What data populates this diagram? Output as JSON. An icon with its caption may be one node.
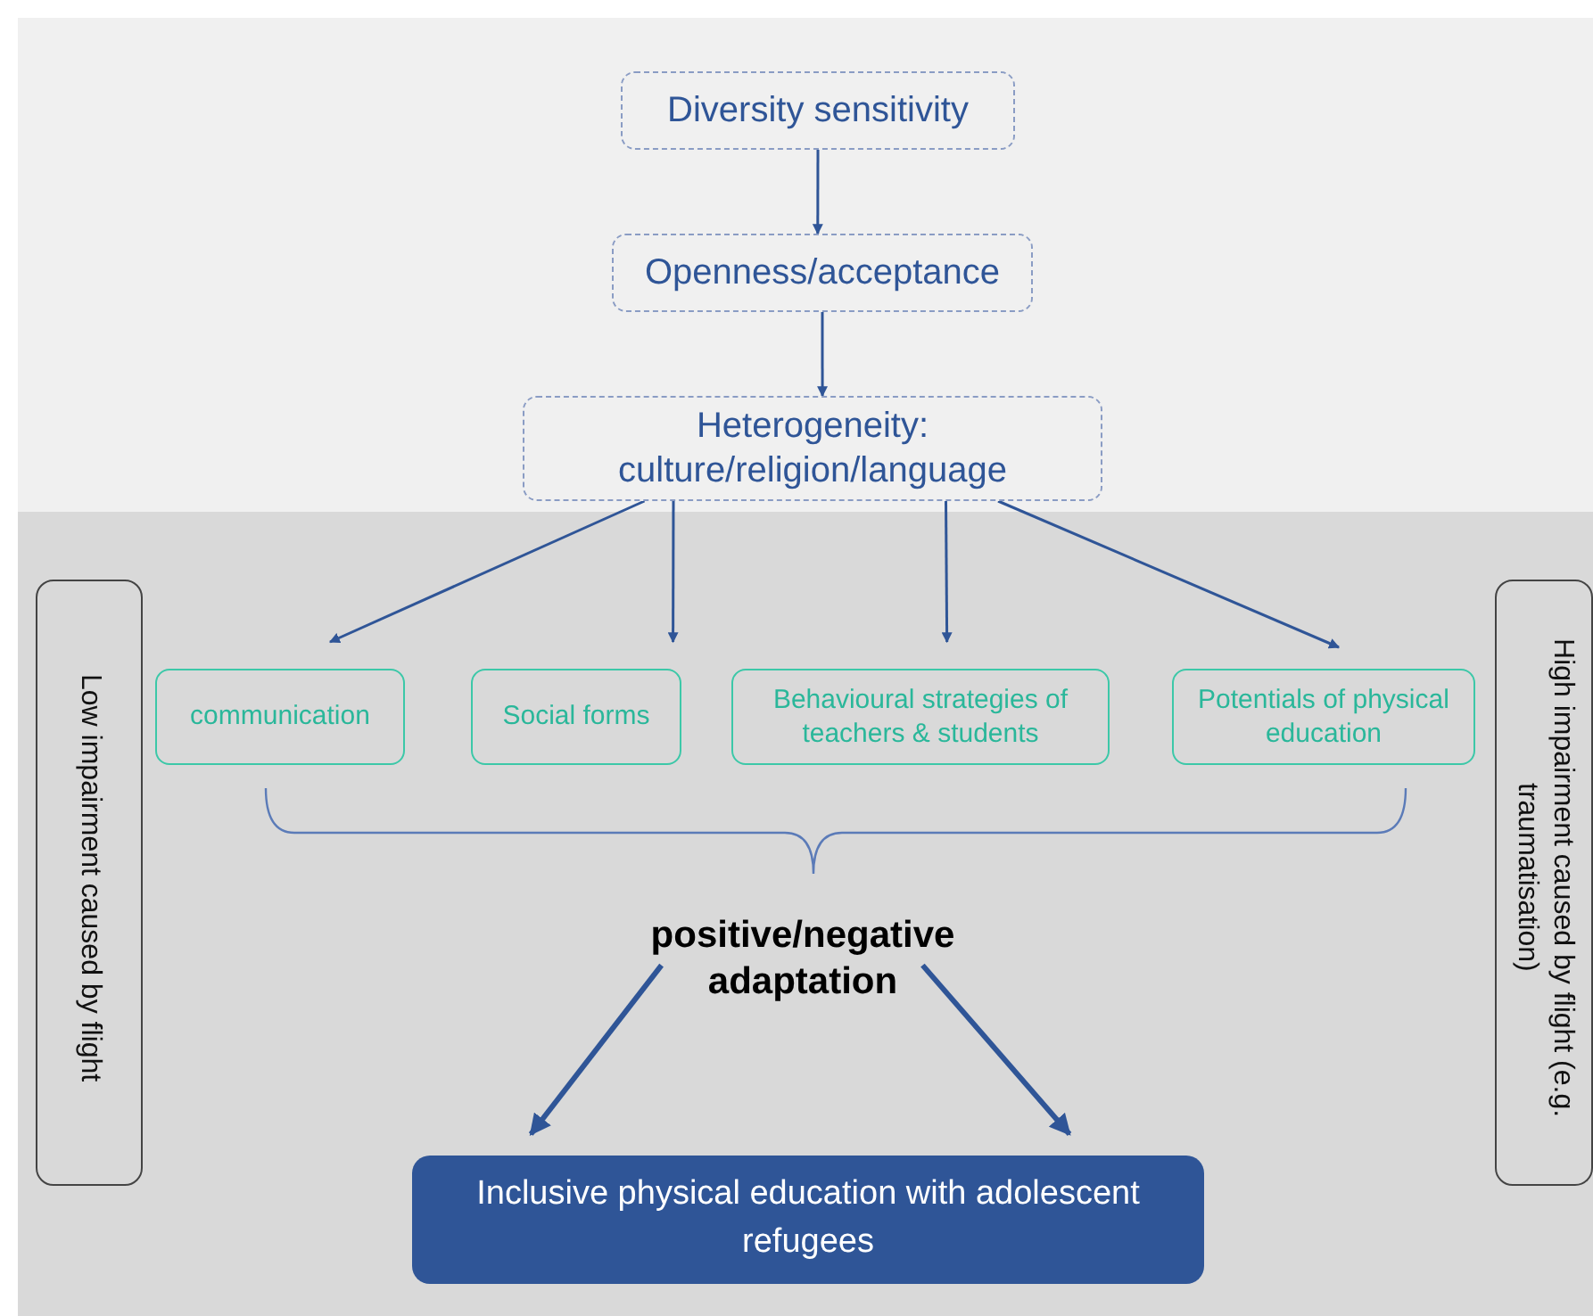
{
  "diagram": {
    "nodes": [
      {
        "text": [
          "Diversity sensitivity"
        ]
      },
      {
        "text": [
          "Openness/acceptance"
        ]
      },
      {
        "text": [
          "Heterogeneity: culture/religion/language"
        ]
      },
      {
        "text": [
          "communication"
        ]
      },
      {
        "text": [
          "Social forms"
        ]
      },
      {
        "text": [
          "Behavioural strategies of teachers & students"
        ]
      },
      {
        "text": [
          "Potentials of physical education"
        ]
      },
      {
        "text": [
          "positive/negative adaptation"
        ]
      },
      {
        "text": [
          "Inclusive physical education with adolescent refugees"
        ]
      },
      {
        "text": [
          "Low impairment caused by flight"
        ]
      },
      {
        "text": [
          "High impairment caused by flight (e.g. traumatisation)"
        ]
      }
    ],
    "edges": [
      {
        "from": 0,
        "to": 1,
        "arrow": "to"
      },
      {
        "from": 1,
        "to": 2,
        "arrow": "to"
      },
      {
        "from": 2,
        "to": 3,
        "arrow": "to"
      },
      {
        "from": 2,
        "to": 4,
        "arrow": "to"
      },
      {
        "from": 2,
        "to": 5,
        "arrow": "to"
      },
      {
        "from": 2,
        "to": 6,
        "arrow": "to"
      },
      {
        "from": 7,
        "to": 8,
        "arrow": "to",
        "style": "thick"
      },
      {
        "from": 7,
        "to": 8,
        "arrow": "to",
        "style": "thick"
      }
    ]
  }
}
